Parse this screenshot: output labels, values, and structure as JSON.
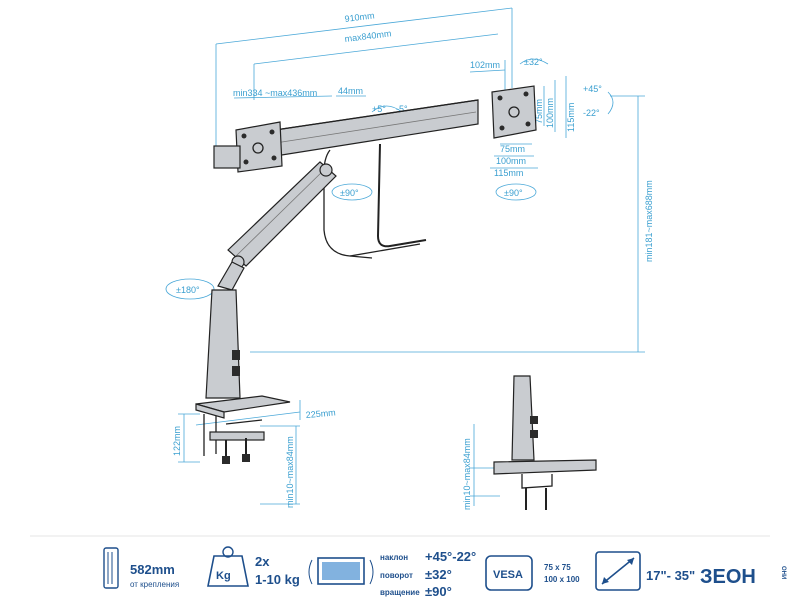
{
  "dimensions": {
    "total_width": "910mm",
    "max_arm": "max840mm",
    "arm_range": "min334 ~max436mm",
    "arm_gap": "44mm",
    "head_offset": "102mm",
    "swivel": "±32°",
    "tilt_up": "+45°",
    "tilt_down": "-22°",
    "vesa_h_75": "75mm",
    "vesa_h_100": "100mm",
    "vesa_h_115": "115mm",
    "vesa_w_75": "75mm",
    "vesa_w_100": "100mm",
    "vesa_w_115": "115mm",
    "rotate_90": "±90°",
    "bar_rotate": "±90°",
    "bar_plus5": "+5°",
    "bar_minus5": "-5°",
    "base_rotate": "±180°",
    "height_range": "min181~max688mm",
    "clamp_depth": "225mm",
    "clamp_height": "122mm",
    "desk_range_1": "min10~max84mm",
    "desk_range_2": "min10~max84mm"
  },
  "specs": {
    "height_value": "582mm",
    "height_caption": "от крепления",
    "weight_icon_label": "Kg",
    "monitor_count": "2x",
    "weight_range": "1-10 kg",
    "tilt_label": "наклон",
    "tilt_value": "+45°-22°",
    "swivel_label": "поворот",
    "swivel_value": "±32°",
    "rotate_label": "вращение",
    "rotate_value": "±90°",
    "vesa_label": "VESA",
    "vesa_size_1": "75 x 75",
    "vesa_size_2": "100 x 100",
    "screen_range": "17\"- 35\""
  },
  "brand": {
    "logo_text": "ЗЕОН",
    "logo_side_text": "ОНИ",
    "color": "#1e4f8c"
  },
  "colors": {
    "dimension": "#3a9fd0",
    "ink": "#222222",
    "spec_blue": "#1e4f8c"
  }
}
